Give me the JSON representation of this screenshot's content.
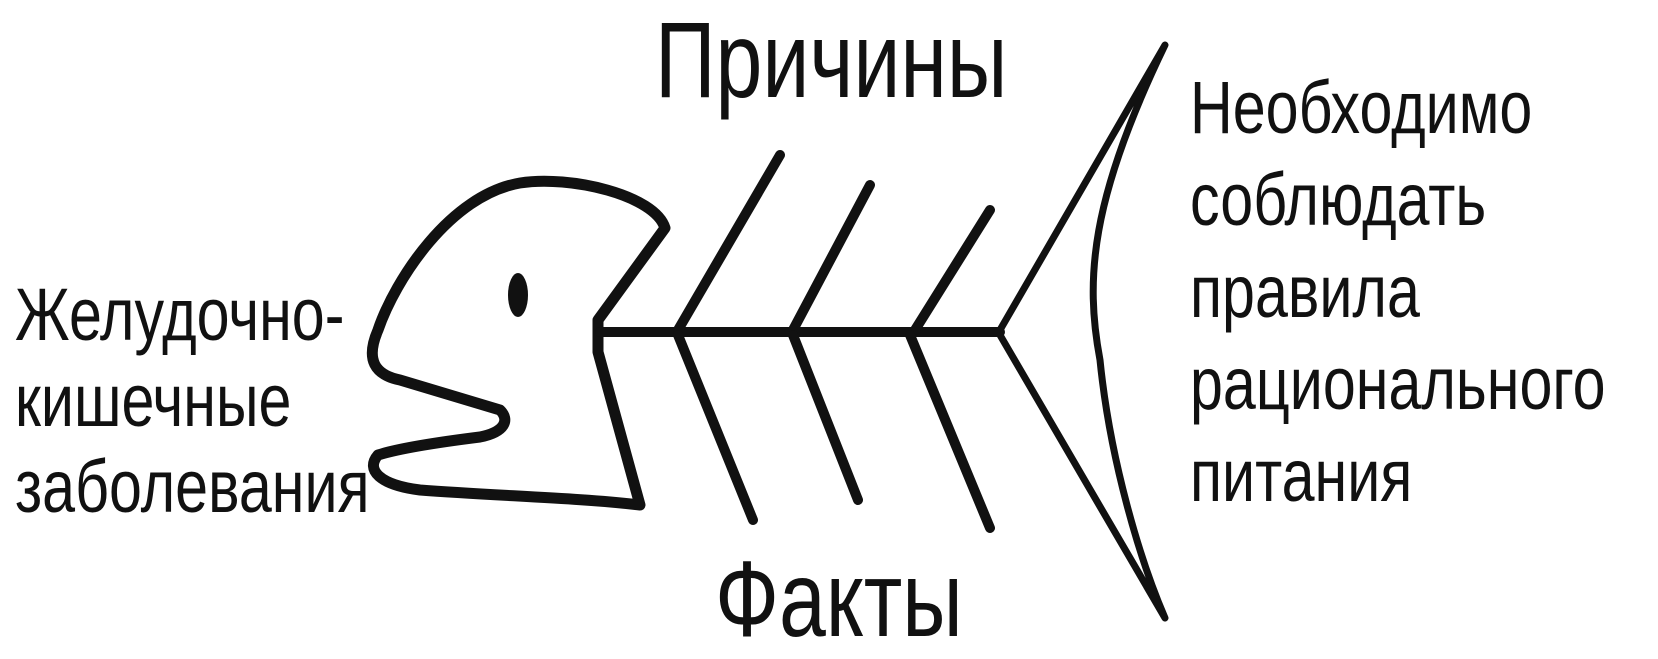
{
  "diagram": {
    "type": "fishbone",
    "causes_label": "Причины",
    "facts_label": "Факты",
    "problem": {
      "lines": [
        "Желудочно-",
        "кишечные",
        "заболевания"
      ]
    },
    "conclusion": {
      "lines": [
        "Необходимо",
        "соблюдать",
        "правила",
        "рационального",
        "питания"
      ]
    },
    "colors": {
      "stroke": "#111111",
      "background": "#ffffff"
    }
  }
}
